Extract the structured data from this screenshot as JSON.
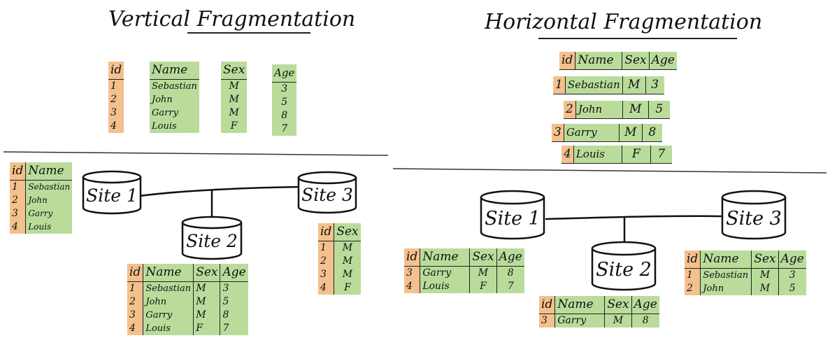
{
  "vertical": {
    "title": "Vertical Fragmentation",
    "fragments": {
      "id": {
        "header": "id",
        "values": [
          "1",
          "2",
          "3",
          "4"
        ]
      },
      "name": {
        "header": "Name",
        "values": [
          "Sebastian",
          "John",
          "Garry",
          "Louis"
        ]
      },
      "sex": {
        "header": "Sex",
        "values": [
          "M",
          "M",
          "M",
          "F"
        ]
      },
      "age": {
        "header": "Age",
        "values": [
          "3",
          "5",
          "8",
          "7"
        ]
      }
    },
    "sites": [
      "Site 1",
      "Site 2",
      "Site 3"
    ],
    "site1_table": {
      "headers": [
        "id",
        "Name"
      ],
      "rows": [
        [
          "1",
          "Sebastian"
        ],
        [
          "2",
          "John"
        ],
        [
          "3",
          "Garry"
        ],
        [
          "4",
          "Louis"
        ]
      ]
    },
    "site2_table": {
      "headers": [
        "id",
        "Name",
        "Sex",
        "Age"
      ],
      "rows": [
        [
          "1",
          "Sebastian",
          "M",
          "3"
        ],
        [
          "2",
          "John",
          "M",
          "5"
        ],
        [
          "3",
          "Garry",
          "M",
          "8"
        ],
        [
          "4",
          "Louis",
          "F",
          "7"
        ]
      ]
    },
    "site3_table": {
      "headers": [
        "id",
        "Sex"
      ],
      "rows": [
        [
          "1",
          "M"
        ],
        [
          "2",
          "M"
        ],
        [
          "3",
          "M"
        ],
        [
          "4",
          "F"
        ]
      ]
    }
  },
  "horizontal": {
    "title": "Horizontal Fragmentation",
    "header_row": [
      "id",
      "Name",
      "Sex",
      "Age"
    ],
    "fragment_rows": [
      [
        "1",
        "Sebastian",
        "M",
        "3"
      ],
      [
        "2",
        "John",
        "M",
        "5"
      ],
      [
        "3",
        "Garry",
        "M",
        "8"
      ],
      [
        "4",
        "Louis",
        "F",
        "7"
      ]
    ],
    "sites": [
      "Site 1",
      "Site 2",
      "Site 3"
    ],
    "site1_table": {
      "headers": [
        "id",
        "Name",
        "Sex",
        "Age"
      ],
      "rows": [
        [
          "3",
          "Garry",
          "M",
          "8"
        ],
        [
          "4",
          "Louis",
          "F",
          "7"
        ]
      ]
    },
    "site2_table": {
      "headers": [
        "id",
        "Name",
        "Sex",
        "Age"
      ],
      "rows": [
        [
          "3",
          "Garry",
          "M",
          "8"
        ]
      ]
    },
    "site3_table": {
      "headers": [
        "id",
        "Name",
        "Sex",
        "Age"
      ],
      "rows": [
        [
          "1",
          "Sebastian",
          "M",
          "3"
        ],
        [
          "2",
          "John",
          "M",
          "5"
        ]
      ]
    }
  },
  "colors": {
    "id_fill": "#f4c08d",
    "data_fill": "#b9dc9b",
    "ink": "#222222"
  }
}
